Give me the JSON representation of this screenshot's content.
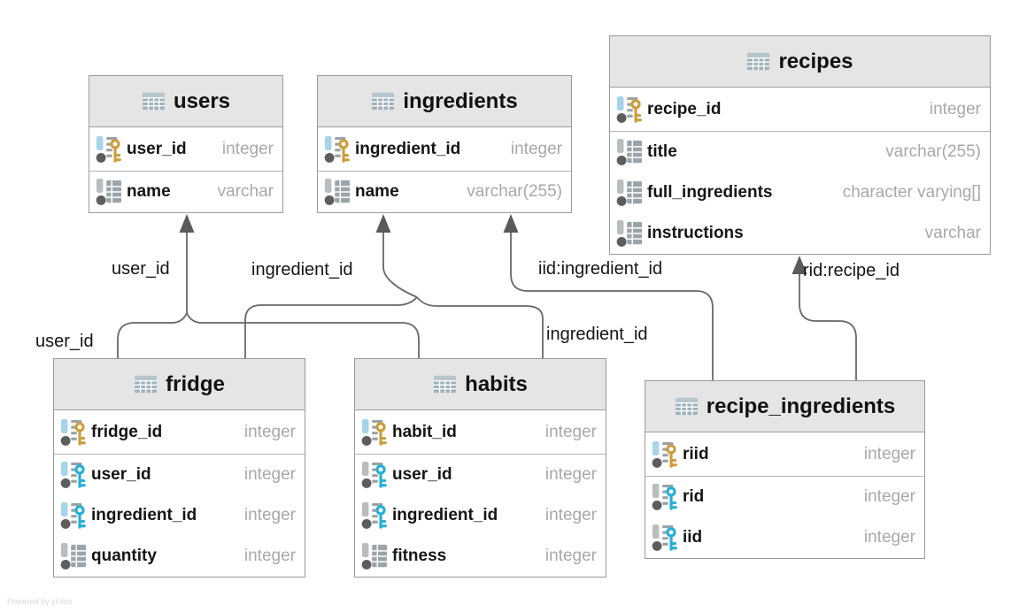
{
  "watermark": "Powered by yFiles",
  "colors": {
    "header_bg": "#e5e5e5",
    "table_border": "#9a9a9a",
    "primary_key_gold": "#cc9f3e",
    "foreign_key_blue": "#27b0d4",
    "indexed_bar_blue": "#a6d4e9",
    "plain_bar_gray": "#b8bdc0",
    "edge_line": "#686868",
    "type_text": "#a8a8a8"
  },
  "tables": [
    {
      "name": "users",
      "columns": [
        {
          "name": "user_id",
          "type": "integer",
          "icon": "primary-key"
        },
        {
          "name": "name",
          "type": "varchar",
          "icon": "column"
        }
      ]
    },
    {
      "name": "ingredients",
      "columns": [
        {
          "name": "ingredient_id",
          "type": "integer",
          "icon": "primary-key"
        },
        {
          "name": "name",
          "type": "varchar(255)",
          "icon": "column"
        }
      ]
    },
    {
      "name": "recipes",
      "columns": [
        {
          "name": "recipe_id",
          "type": "integer",
          "icon": "primary-key"
        },
        {
          "name": "title",
          "type": "varchar(255)",
          "icon": "column"
        },
        {
          "name": "full_ingredients",
          "type": "character varying[]",
          "icon": "column"
        },
        {
          "name": "instructions",
          "type": "varchar",
          "icon": "column"
        }
      ]
    },
    {
      "name": "fridge",
      "columns": [
        {
          "name": "fridge_id",
          "type": "integer",
          "icon": "primary-key"
        },
        {
          "name": "user_id",
          "type": "integer",
          "icon": "foreign-key-indexed"
        },
        {
          "name": "ingredient_id",
          "type": "integer",
          "icon": "foreign-key-indexed"
        },
        {
          "name": "quantity",
          "type": "integer",
          "icon": "column"
        }
      ]
    },
    {
      "name": "habits",
      "columns": [
        {
          "name": "habit_id",
          "type": "integer",
          "icon": "primary-key"
        },
        {
          "name": "user_id",
          "type": "integer",
          "icon": "foreign-key"
        },
        {
          "name": "ingredient_id",
          "type": "integer",
          "icon": "foreign-key"
        },
        {
          "name": "fitness",
          "type": "integer",
          "icon": "column"
        }
      ]
    },
    {
      "name": "recipe_ingredients",
      "columns": [
        {
          "name": "riid",
          "type": "integer",
          "icon": "primary-key"
        },
        {
          "name": "rid",
          "type": "integer",
          "icon": "foreign-key"
        },
        {
          "name": "iid",
          "type": "integer",
          "icon": "foreign-key"
        }
      ]
    }
  ],
  "relationships": [
    {
      "from": "fridge",
      "to": "users",
      "label": "user_id"
    },
    {
      "from": "habits",
      "to": "users",
      "label": "user_id"
    },
    {
      "from": "fridge",
      "to": "ingredients",
      "label": "ingredient_id"
    },
    {
      "from": "habits",
      "to": "ingredients",
      "label": "ingredient_id"
    },
    {
      "from": "recipe_ingredients",
      "to": "ingredients",
      "label": "iid:ingredient_id"
    },
    {
      "from": "recipe_ingredients",
      "to": "recipes",
      "label": "rid:recipe_id"
    }
  ]
}
